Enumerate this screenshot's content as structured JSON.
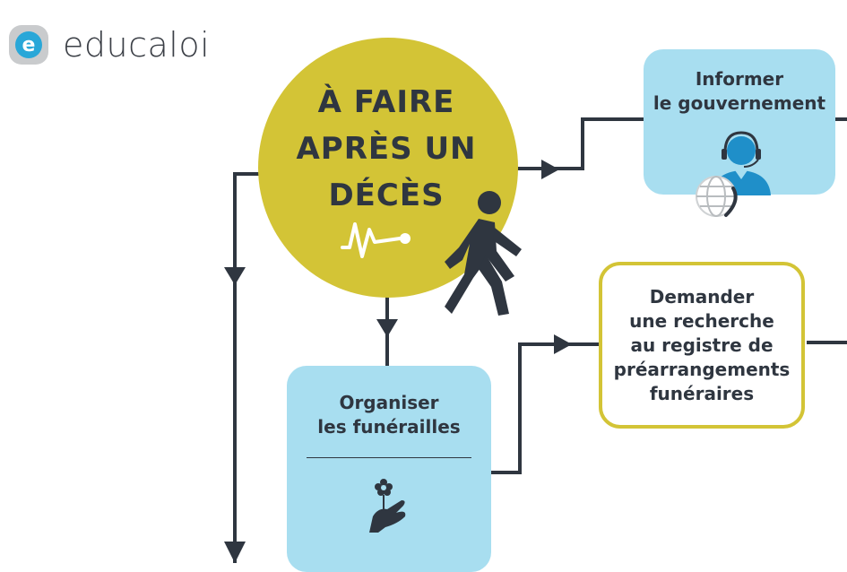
{
  "brand": {
    "logo_name": "educaloi",
    "logo_letter": "e",
    "colors": {
      "logo_ring": "#c9cbcd",
      "logo_inner": "#29a7d8",
      "text": "#3b3f46"
    }
  },
  "diagram": {
    "main_node": {
      "title": "À FAIRE\nAPRÈS UN\nDÉCÈS"
    },
    "nodes": {
      "inform": {
        "label": "Informer\nle gouvernement"
      },
      "research": {
        "label": "Demander\nune recherche\nau registre de\npréarrangements\nfunéraires"
      },
      "funeral": {
        "label": "Organiser\nles funérailles"
      }
    },
    "icons": [
      "heartbeat-icon",
      "walking-person-icon",
      "call-center-agent-icon",
      "globe-icon",
      "hand-holding-flower-icon"
    ],
    "colors": {
      "accent_yellow": "#d3c436",
      "box_blue": "#a8def0",
      "line": "#2f3640"
    }
  }
}
